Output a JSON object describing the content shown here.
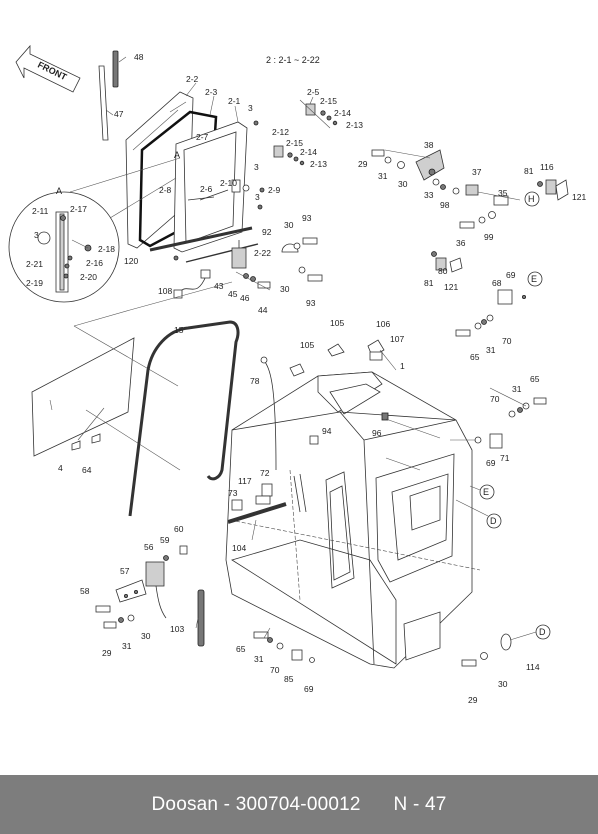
{
  "diagram": {
    "range_note": "2 : 2-1 ~ 2-22",
    "front_label": "FRONT",
    "detail_label": "A",
    "callouts": {
      "d": "D",
      "e": "E",
      "h": "H"
    },
    "part_labels": [
      {
        "id": "48",
        "text": "48"
      },
      {
        "id": "47",
        "text": "47"
      },
      {
        "id": "2-2",
        "text": "2-2"
      },
      {
        "id": "2-3",
        "text": "2-3"
      },
      {
        "id": "2-1",
        "text": "2-1"
      },
      {
        "id": "3a",
        "text": "3"
      },
      {
        "id": "2-7",
        "text": "2-7"
      },
      {
        "id": "2-5",
        "text": "2-5"
      },
      {
        "id": "2-15a",
        "text": "2-15"
      },
      {
        "id": "2-14a",
        "text": "2-14"
      },
      {
        "id": "2-13a",
        "text": "2-13"
      },
      {
        "id": "2-12",
        "text": "2-12"
      },
      {
        "id": "2-15b",
        "text": "2-15"
      },
      {
        "id": "2-14b",
        "text": "2-14"
      },
      {
        "id": "2-13b",
        "text": "2-13"
      },
      {
        "id": "2-8",
        "text": "2-8"
      },
      {
        "id": "2-6",
        "text": "2-6"
      },
      {
        "id": "2-10",
        "text": "2-10"
      },
      {
        "id": "2-9",
        "text": "2-9"
      },
      {
        "id": "3b",
        "text": "3"
      },
      {
        "id": "3c",
        "text": "3"
      },
      {
        "id": "2-11",
        "text": "2-11"
      },
      {
        "id": "2-17",
        "text": "2-17"
      },
      {
        "id": "3d",
        "text": "3"
      },
      {
        "id": "2-18",
        "text": "2-18"
      },
      {
        "id": "2-16",
        "text": "2-16"
      },
      {
        "id": "2-21",
        "text": "2-21"
      },
      {
        "id": "2-20",
        "text": "2-20"
      },
      {
        "id": "2-19",
        "text": "2-19"
      },
      {
        "id": "120",
        "text": "120"
      },
      {
        "id": "2-22",
        "text": "2-22"
      },
      {
        "id": "92",
        "text": "92"
      },
      {
        "id": "30a",
        "text": "30"
      },
      {
        "id": "93a",
        "text": "93"
      },
      {
        "id": "43",
        "text": "43"
      },
      {
        "id": "45",
        "text": "45"
      },
      {
        "id": "46",
        "text": "46"
      },
      {
        "id": "44",
        "text": "44"
      },
      {
        "id": "30b",
        "text": "30"
      },
      {
        "id": "93b",
        "text": "93"
      },
      {
        "id": "108",
        "text": "108"
      },
      {
        "id": "38",
        "text": "38"
      },
      {
        "id": "29a",
        "text": "29"
      },
      {
        "id": "31a",
        "text": "31"
      },
      {
        "id": "30c",
        "text": "30"
      },
      {
        "id": "33",
        "text": "33"
      },
      {
        "id": "98",
        "text": "98"
      },
      {
        "id": "37",
        "text": "37"
      },
      {
        "id": "35",
        "text": "35"
      },
      {
        "id": "81a",
        "text": "81"
      },
      {
        "id": "116",
        "text": "116"
      },
      {
        "id": "121a",
        "text": "121"
      },
      {
        "id": "36",
        "text": "36"
      },
      {
        "id": "99",
        "text": "99"
      },
      {
        "id": "81b",
        "text": "81"
      },
      {
        "id": "80",
        "text": "80"
      },
      {
        "id": "121b",
        "text": "121"
      },
      {
        "id": "69a",
        "text": "69"
      },
      {
        "id": "68",
        "text": "68"
      },
      {
        "id": "70a",
        "text": "70"
      },
      {
        "id": "31b",
        "text": "31"
      },
      {
        "id": "65a",
        "text": "65"
      },
      {
        "id": "15",
        "text": "15"
      },
      {
        "id": "105a",
        "text": "105"
      },
      {
        "id": "106",
        "text": "106"
      },
      {
        "id": "107",
        "text": "107"
      },
      {
        "id": "105b",
        "text": "105"
      },
      {
        "id": "78",
        "text": "78"
      },
      {
        "id": "1",
        "text": "1"
      },
      {
        "id": "65b",
        "text": "65"
      },
      {
        "id": "31c",
        "text": "31"
      },
      {
        "id": "70b",
        "text": "70"
      },
      {
        "id": "96",
        "text": "96"
      },
      {
        "id": "94",
        "text": "94"
      },
      {
        "id": "69b",
        "text": "69"
      },
      {
        "id": "71",
        "text": "71"
      },
      {
        "id": "4",
        "text": "4"
      },
      {
        "id": "64",
        "text": "64"
      },
      {
        "id": "117",
        "text": "117"
      },
      {
        "id": "72",
        "text": "72"
      },
      {
        "id": "73",
        "text": "73"
      },
      {
        "id": "104",
        "text": "104"
      },
      {
        "id": "60",
        "text": "60"
      },
      {
        "id": "59",
        "text": "59"
      },
      {
        "id": "56",
        "text": "56"
      },
      {
        "id": "57",
        "text": "57"
      },
      {
        "id": "58",
        "text": "58"
      },
      {
        "id": "29b",
        "text": "29"
      },
      {
        "id": "31d",
        "text": "31"
      },
      {
        "id": "30d",
        "text": "30"
      },
      {
        "id": "103",
        "text": "103"
      },
      {
        "id": "65c",
        "text": "65"
      },
      {
        "id": "31e",
        "text": "31"
      },
      {
        "id": "70c",
        "text": "70"
      },
      {
        "id": "85",
        "text": "85"
      },
      {
        "id": "69c",
        "text": "69"
      },
      {
        "id": "114",
        "text": "114"
      },
      {
        "id": "29c",
        "text": "29"
      },
      {
        "id": "30e",
        "text": "30"
      }
    ]
  },
  "footer": {
    "brand": "Doosan",
    "part_number": "300704-00012",
    "page": "N - 47"
  }
}
